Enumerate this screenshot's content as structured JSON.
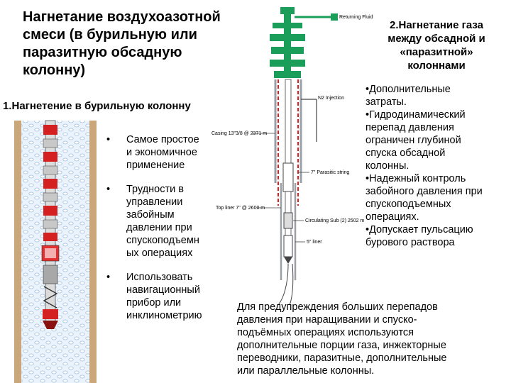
{
  "title": "Нагнетание воздухоазотной\nсмеси (в бурильную или\nпаразитную обсадную\nколонну)",
  "section1": {
    "heading": "1.Нагнетение в бурильную колонну",
    "bullet_marker": "•",
    "bullets": [
      "Самое простое\nи экономичное\nприменение",
      "Трудности в\nуправлении\nзабойным\nдавлении при\nспускоподъемн\nых операциях",
      "Использовать\nнавигационный\nприбор или\nинклинометрию"
    ]
  },
  "section2": {
    "heading": "2.Нагнетание газа\nмежду обсадной и\n«паразитной»\nколоннами",
    "advantages": "•Дополнительные\nзатраты.\n•Гидродинамический\nперепад давления\nограничен глубиной\nспуска обсадной\nколонны.\n•Надежный контроль\nзабойного давления при\nспускоподъемных\nоперациях.\n•Допускает пульсацию\nбурового раствора"
  },
  "diagram_labels": {
    "returning_fluid": "Returning Fluid",
    "n2_injection": "N2 Injection",
    "casing": "Casing 13\"3/8 @ 2371 m",
    "parasitic_string": "7\" Parasitic string",
    "circulating_sub": "Circulating Sub (2) 2502 m",
    "top_liner": "Top liner 7\" @ 2600 m",
    "liner": "5\" liner"
  },
  "note": "Для предупреждения больших перепадов\nдавления при наращивании и спуско-\nподъёмных операциях используются\nдополнительные порции газа, инжекторные\nпереводники, паразитные, дополнительные\nили параллельные колонны.",
  "colors": {
    "wellhead_green": "#1a9e5a",
    "casing_gray": "#9aa0a6",
    "tool_red": "#d42020",
    "parasitic_red": "#e02020",
    "formation_blue": "#8fb3d9",
    "wall_tan": "#c9a77a"
  }
}
